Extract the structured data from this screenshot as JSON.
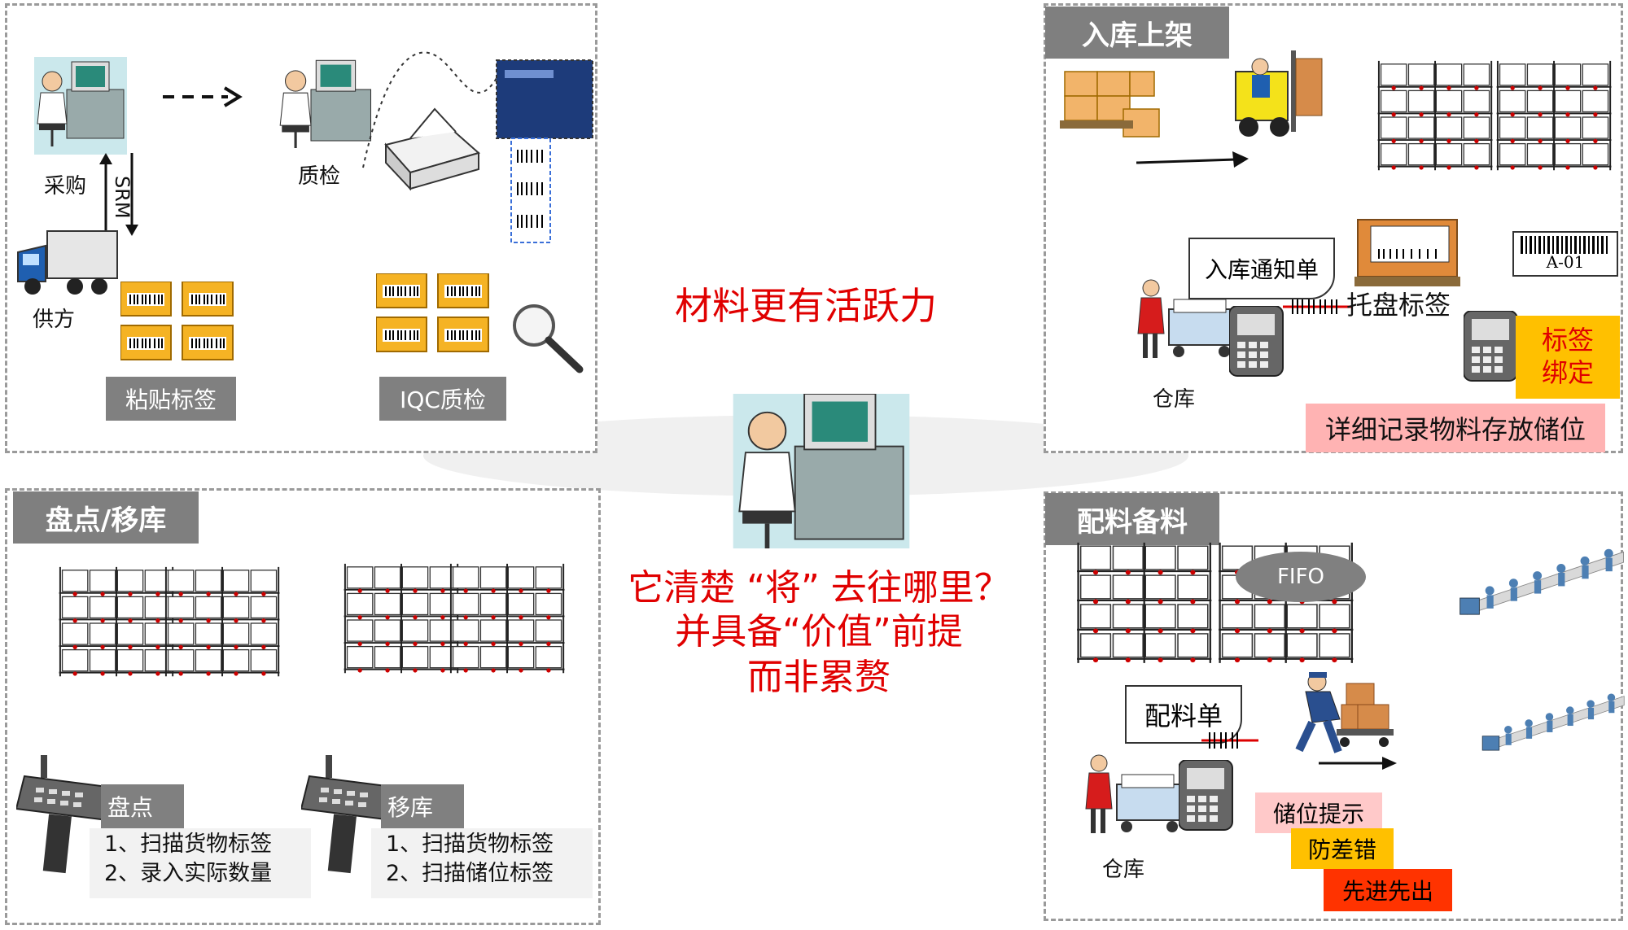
{
  "center": {
    "headline": "材料更有活跃力",
    "line1": "它清楚 “将” 去往哪里？",
    "line2": "并具备“价值”前提",
    "line3": "而非累赘"
  },
  "top_left": {
    "procurement": "采购",
    "srm": "SRM",
    "qc": "质检",
    "supplier": "供方",
    "tag_label": "粘贴标签",
    "tag_iqc": "IQC质检"
  },
  "top_right": {
    "title": "入库上架",
    "notice": "入库通知单",
    "pallet": "托盘标签",
    "location": "A-01",
    "warehouse": "仓库",
    "bind": "标签\n绑定",
    "bind1": "标签",
    "bind2": "绑定",
    "record": "详细记录物料存放储位"
  },
  "bottom_left": {
    "title": "盘点/移库",
    "inventory": "盘点",
    "inv_step1": "1、扫描货物标签",
    "inv_step2": "2、录入实际数量",
    "move": "移库",
    "move_step1": "1、扫描货物标签",
    "move_step2": "2、扫描储位标签"
  },
  "bottom_right": {
    "title": "配料备料",
    "fifo": "FIFO",
    "picklist": "配料单",
    "warehouse": "仓库",
    "hint1": "储位提示",
    "hint2": "防差错",
    "hint3": "先进先出"
  },
  "colors": {
    "red": "#e00000",
    "tag": "#7f7f7f",
    "yellow": "#ffc000",
    "pink": "#ffb3b3",
    "orange": "#ff3300",
    "box": "#f5b324"
  }
}
